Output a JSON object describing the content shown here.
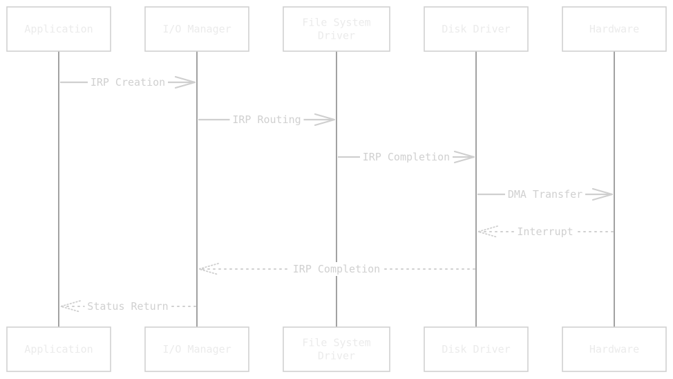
{
  "diagram": {
    "type": "sequence",
    "participants": [
      {
        "id": "app",
        "label_lines": [
          "Application"
        ]
      },
      {
        "id": "io",
        "label_lines": [
          "I/O Manager"
        ]
      },
      {
        "id": "fsd",
        "label_lines": [
          "File System",
          "Driver"
        ]
      },
      {
        "id": "disk",
        "label_lines": [
          "Disk Driver"
        ]
      },
      {
        "id": "hw",
        "label_lines": [
          "Hardware"
        ]
      }
    ],
    "messages": [
      {
        "from": "app",
        "to": "io",
        "label": "IRP Creation",
        "style": "solid"
      },
      {
        "from": "io",
        "to": "fsd",
        "label": "IRP Routing",
        "style": "solid"
      },
      {
        "from": "fsd",
        "to": "disk",
        "label": "IRP Completion",
        "style": "solid"
      },
      {
        "from": "disk",
        "to": "hw",
        "label": "DMA Transfer",
        "style": "solid"
      },
      {
        "from": "hw",
        "to": "disk",
        "label": "Interrupt",
        "style": "dotted"
      },
      {
        "from": "disk",
        "to": "io",
        "label": "IRP Completion",
        "style": "dotted"
      },
      {
        "from": "io",
        "to": "app",
        "label": "Status Return",
        "style": "dotted"
      }
    ],
    "colors": {
      "box_stroke": "#d0d0d0",
      "box_text": "#ebebeb",
      "lifeline": "#555555",
      "message": "#cfcfcf"
    }
  }
}
